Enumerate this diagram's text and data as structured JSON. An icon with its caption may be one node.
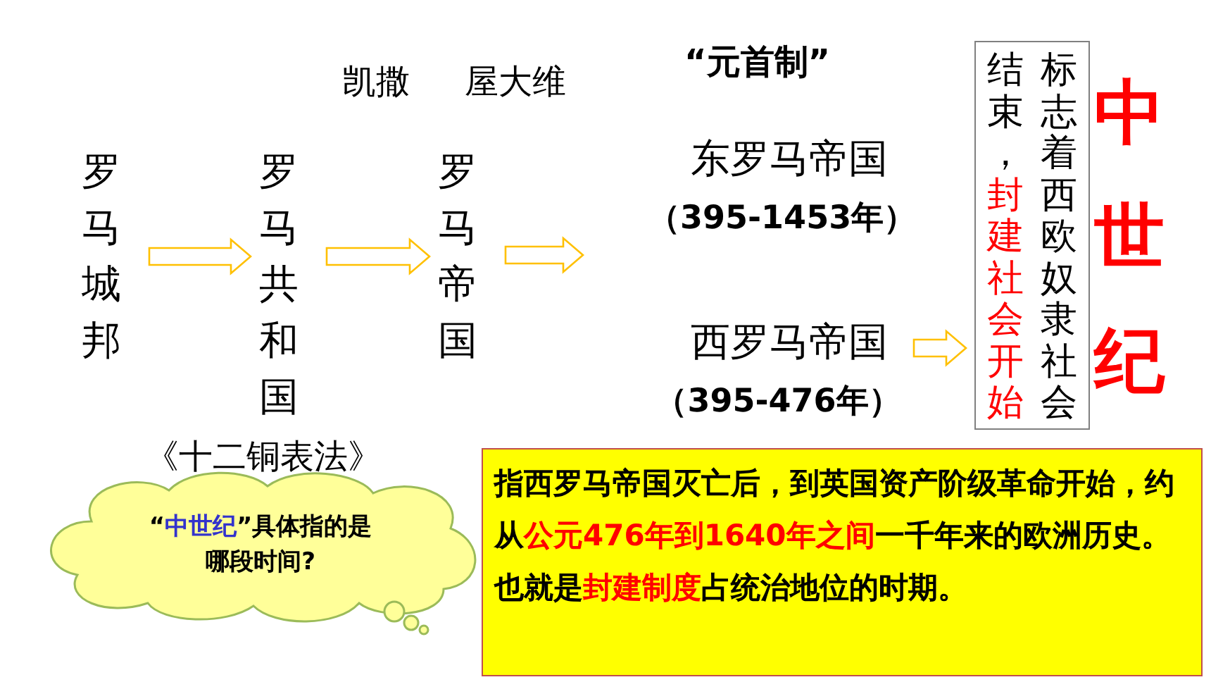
{
  "diagram": {
    "nodes": [
      {
        "text": [
          "罗马城邦"
        ]
      },
      {
        "text": [
          "罗马共和国"
        ]
      },
      {
        "text": [
          "罗马帝国"
        ]
      },
      {
        "text": [
          "东罗马帝国",
          "（395-1453年）"
        ]
      },
      {
        "text": [
          "西罗马帝国",
          "（395-476年）"
        ]
      },
      {
        "text": [
          "标志着西欧奴隶社会结束，**封建社会开始**"
        ]
      },
      {
        "text": [
          "“**中世纪**”具体指的是哪段时间?"
        ]
      },
      {
        "text": [
          "指西罗马帝国灭亡后，到英国资产阶级革命开始，约从**公元476年到1640年之间**一千年来的欧洲历史。也就是**封建制度**占统治地位的时期。"
        ]
      }
    ],
    "edges": [
      {
        "from": 0,
        "to": 1,
        "arrow": "to"
      },
      {
        "from": 1,
        "to": 2,
        "arrow": "to"
      },
      {
        "from": 2,
        "to": null,
        "arrow": "to"
      },
      {
        "from": 4,
        "to": 5,
        "arrow": "to"
      }
    ],
    "labels": [
      "凯撒",
      "屋大维",
      "“元首制”",
      "中世纪",
      "《十二铜表法》"
    ]
  }
}
